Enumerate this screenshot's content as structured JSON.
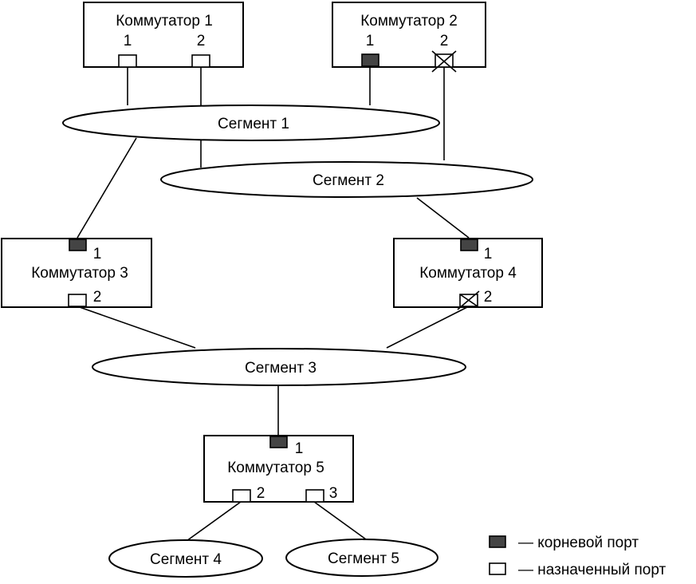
{
  "switches": [
    {
      "id": "sw1",
      "name": "Коммутатор 1"
    },
    {
      "id": "sw2",
      "name": "Коммутатор 2"
    },
    {
      "id": "sw3",
      "name": "Коммутатор 3"
    },
    {
      "id": "sw4",
      "name": "Коммутатор 4"
    },
    {
      "id": "sw5",
      "name": "Коммутатор 5"
    }
  ],
  "ports": {
    "sw1_p1": "1",
    "sw1_p2": "2",
    "sw2_p1": "1",
    "sw2_p2": "2",
    "sw3_p1": "1",
    "sw3_p2": "2",
    "sw4_p1": "1",
    "sw4_p2": "2",
    "sw5_p1": "1",
    "sw5_p2": "2",
    "sw5_p3": "3"
  },
  "segments": [
    {
      "id": "seg1",
      "name": "Сегмент 1"
    },
    {
      "id": "seg2",
      "name": "Сегмент 2"
    },
    {
      "id": "seg3",
      "name": "Сегмент 3"
    },
    {
      "id": "seg4",
      "name": "Сегмент 4"
    },
    {
      "id": "seg5",
      "name": "Сегмент 5"
    }
  ],
  "legend": {
    "root_port": "— корневой порт",
    "designated_port": "— назначенный порт"
  }
}
